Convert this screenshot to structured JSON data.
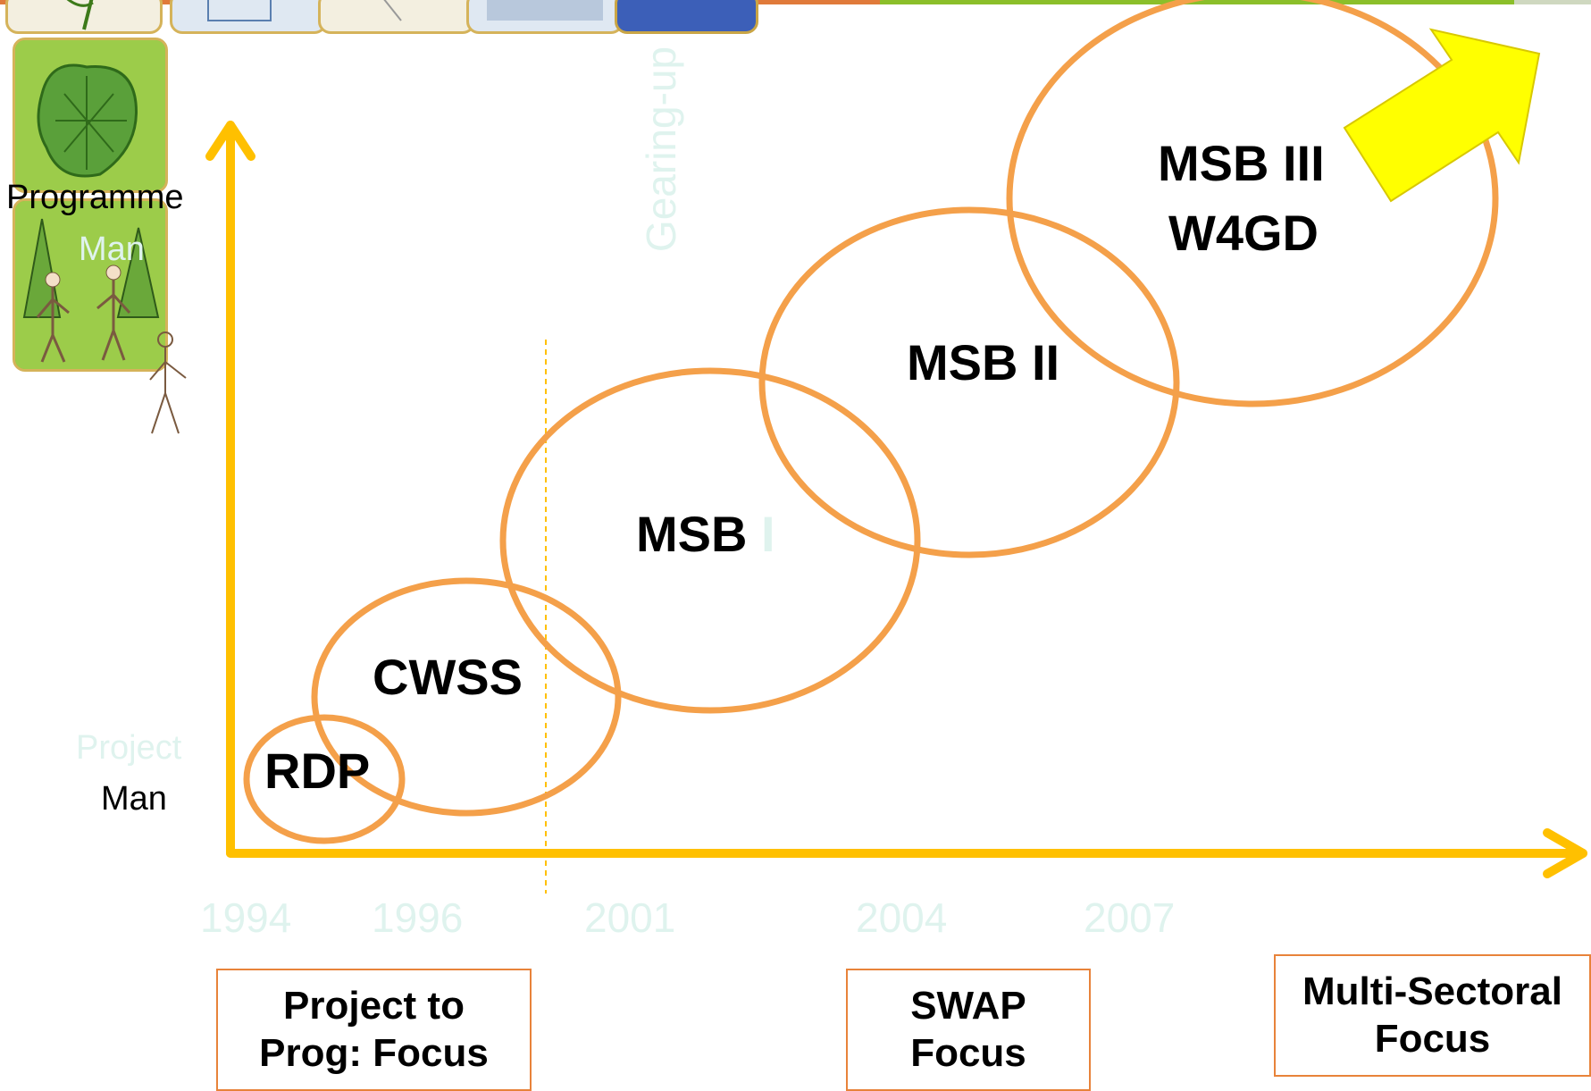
{
  "y_axis": {
    "top_label": "Programme",
    "top_label_faded": "Man",
    "bottom_label_faded": "Project",
    "bottom_label": "Man"
  },
  "divider_label": "Gearing-up",
  "years": [
    "1994",
    "1996",
    "2001",
    "2004",
    "2007"
  ],
  "phases": [
    {
      "name": "RDP"
    },
    {
      "name": "CWSS"
    },
    {
      "name": "MSB",
      "suffix": "I"
    },
    {
      "name": "MSB II"
    },
    {
      "name": "MSB III",
      "line2": "W4GD"
    }
  ],
  "focus_boxes": [
    {
      "line1": "Project to",
      "line2": "Prog: Focus"
    },
    {
      "line1": "SWAP",
      "line2": "Focus"
    },
    {
      "line1": "Multi-Sectoral",
      "line2": "Focus"
    }
  ],
  "colors": {
    "axis": "#ffc000",
    "circle": "#f4a04a",
    "arrow": "#ffff00",
    "box_border": "#e8833a",
    "faded_text": "#dff3ee"
  }
}
